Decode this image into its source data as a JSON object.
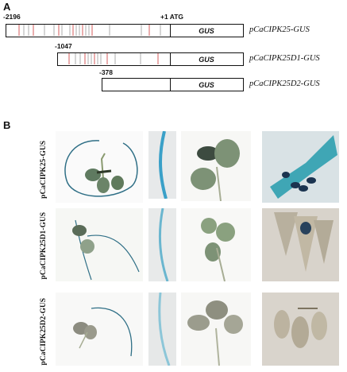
{
  "panel_a": {
    "label": "A",
    "constructs": [
      {
        "start_label": "-2196",
        "atg_label": "+1 ATG",
        "gus": "GUS",
        "name": "pCaCIPK25-GUS"
      },
      {
        "start_label": "-1047",
        "gus": "GUS",
        "name": "pCaCIPK25D1-GUS"
      },
      {
        "start_label": "-378",
        "gus": "GUS",
        "name": "pCaCIPK25D2-GUS"
      }
    ]
  },
  "panel_b": {
    "label": "B",
    "rows": [
      {
        "label": "pCaCIPK25-GUS"
      },
      {
        "label": "pCaCIPK25D1-GUS"
      },
      {
        "label": "pCaCIPK25D2-GUS"
      }
    ]
  },
  "colors": {
    "gus_stain": "#2f6f86",
    "seedling": "#c9cfb8",
    "line_marker_red": "#cc3333"
  }
}
